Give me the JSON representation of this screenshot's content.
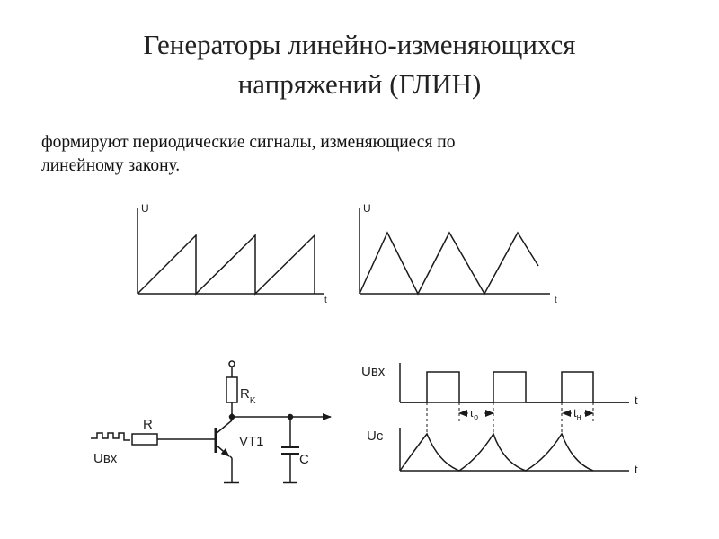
{
  "slide": {
    "title_line1": "Генераторы линейно-изменяющихся",
    "title_line2": "напряжений (ГЛИН)",
    "description_line1": "формируют периодические сигналы, изменяющиеся по",
    "description_line2": "линейному закону."
  },
  "sawtooth_graph": {
    "y_label": "U",
    "x_label": "t"
  },
  "triangle_graph": {
    "y_label": "U",
    "x_label": "t"
  },
  "circuit": {
    "input_label": "Uвх",
    "resistor_label": "R",
    "collector_resistor_label": "R",
    "collector_resistor_subscript": "K",
    "transistor_label": "VT1",
    "capacitor_label": "C"
  },
  "timing_diagram": {
    "input_label": "Uвх",
    "input_t_label": "t",
    "output_label": "Uc",
    "output_t_label": "t",
    "tau_label": "τ",
    "tau_subscript": "o",
    "tn_label": "t",
    "tn_subscript": "н"
  },
  "colors": {
    "line": "#1a1a1a",
    "text": "#222222",
    "background": "#ffffff"
  }
}
